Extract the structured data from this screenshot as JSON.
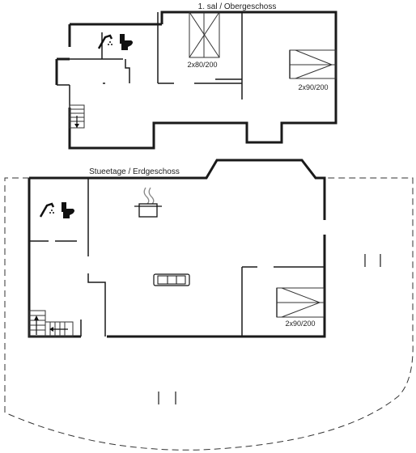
{
  "floors": {
    "upper": {
      "title": "1. sal / Obergeschoss"
    },
    "ground": {
      "title": "Stueetage / Erdgeschoss"
    }
  },
  "rooms": {
    "upper_bed_left": {
      "label": "2x80/200"
    },
    "upper_bed_right": {
      "label": "2x90/200"
    },
    "ground_bed": {
      "label": "2x90/200"
    }
  },
  "icons": {
    "bathroom": "shower-toilet-icon",
    "kitchen": "cooking-pot-icon",
    "living": "sofa-icon",
    "stairs": "stairs-icon",
    "bed": "bed-icon"
  },
  "colors": {
    "wall": "#1a1a1a",
    "line": "#333333",
    "background": "#ffffff"
  }
}
